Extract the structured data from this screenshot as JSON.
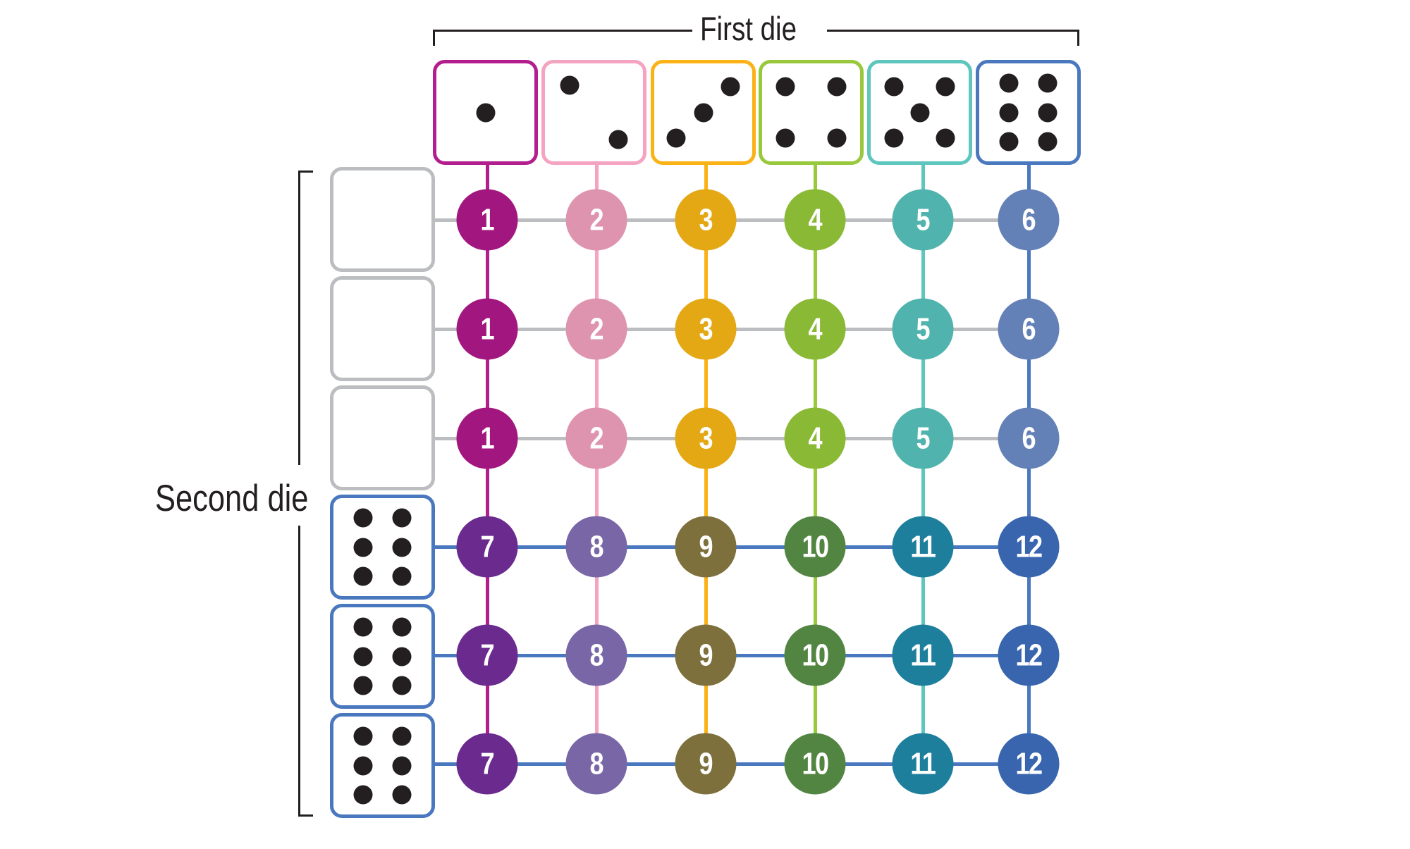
{
  "labels": {
    "first_die": "First die",
    "second_die": "Second die"
  },
  "colors": {
    "text": "#231f20",
    "pip": "#231f20",
    "grey_line": "#bcbdc0",
    "column_lines": [
      "#b31e8f",
      "#f4a3c0",
      "#fbb216",
      "#98c93c",
      "#5ec5bf",
      "#4a78be"
    ],
    "row_line_blank": "#bcbdc0",
    "row_line_six": "#4a78be"
  },
  "first_die": {
    "faces": [
      {
        "value": 1,
        "border": "#b31e8f"
      },
      {
        "value": 2,
        "border": "#f4a3c0"
      },
      {
        "value": 3,
        "border": "#fbb216"
      },
      {
        "value": 4,
        "border": "#98c93c"
      },
      {
        "value": 5,
        "border": "#5ec5bf"
      },
      {
        "value": 6,
        "border": "#4a78be"
      }
    ]
  },
  "second_die": {
    "faces": [
      {
        "value": 0,
        "border": "#bcbdc0",
        "state": "blank"
      },
      {
        "value": 0,
        "border": "#bcbdc0",
        "state": "blank"
      },
      {
        "value": 0,
        "border": "#bcbdc0",
        "state": "blank"
      },
      {
        "value": 6,
        "border": "#4a78be",
        "state": "six"
      },
      {
        "value": 6,
        "border": "#4a78be",
        "state": "six"
      },
      {
        "value": 6,
        "border": "#4a78be",
        "state": "six"
      }
    ]
  },
  "grid": {
    "rows": [
      {
        "values": [
          "1",
          "2",
          "3",
          "4",
          "5",
          "6"
        ],
        "colors": [
          "#a2167f",
          "#de93ae",
          "#e3a813",
          "#8ab936",
          "#51b3ad",
          "#6380b7"
        ]
      },
      {
        "values": [
          "1",
          "2",
          "3",
          "4",
          "5",
          "6"
        ],
        "colors": [
          "#a2167f",
          "#de93ae",
          "#e3a813",
          "#8ab936",
          "#51b3ad",
          "#6380b7"
        ]
      },
      {
        "values": [
          "1",
          "2",
          "3",
          "4",
          "5",
          "6"
        ],
        "colors": [
          "#a2167f",
          "#de93ae",
          "#e3a813",
          "#8ab936",
          "#51b3ad",
          "#6380b7"
        ]
      },
      {
        "values": [
          "7",
          "8",
          "9",
          "10",
          "11",
          "12"
        ],
        "colors": [
          "#6a2a8e",
          "#7866a6",
          "#7e703c",
          "#538542",
          "#1d7f9c",
          "#3865ae"
        ]
      },
      {
        "values": [
          "7",
          "8",
          "9",
          "10",
          "11",
          "12"
        ],
        "colors": [
          "#6a2a8e",
          "#7866a6",
          "#7e703c",
          "#538542",
          "#1d7f9c",
          "#3865ae"
        ]
      },
      {
        "values": [
          "7",
          "8",
          "9",
          "10",
          "11",
          "12"
        ],
        "colors": [
          "#6a2a8e",
          "#7866a6",
          "#7e703c",
          "#538542",
          "#1d7f9c",
          "#3865ae"
        ]
      }
    ]
  }
}
